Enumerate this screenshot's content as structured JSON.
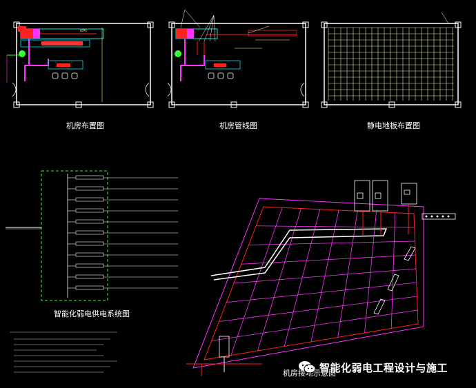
{
  "drawings": {
    "room_layout": {
      "caption": "机房布置图"
    },
    "room_piping": {
      "caption": "机房管线图"
    },
    "floor_layout": {
      "caption": "静电地板布置图"
    },
    "power_system": {
      "caption": "智能化弱电供电系统图"
    },
    "grounding": {
      "caption": "机房接地示意图"
    }
  },
  "watermark": {
    "text": "智能化弱电工程设计与施工",
    "icon": "wechat-icon"
  },
  "colors": {
    "background": "#000000",
    "wall": "#ffffff",
    "magenta": "#ff33ff",
    "red": "#ff2020",
    "green": "#33ff33",
    "cyan": "#00e6e6",
    "yellow": "#ffff66",
    "grid_yellow": "#e8e8a0"
  }
}
